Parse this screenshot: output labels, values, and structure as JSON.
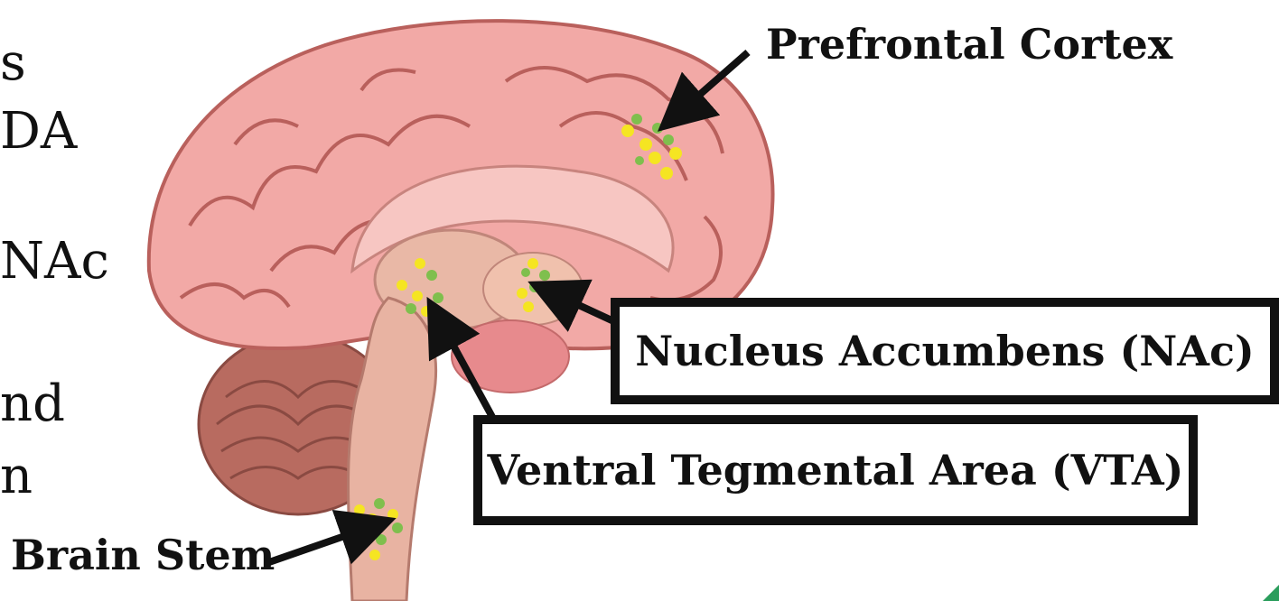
{
  "left_text_fragments": [
    "s",
    "DA",
    "NAc",
    "nd",
    "n"
  ],
  "labels": {
    "prefrontal": "Prefrontal Cortex",
    "nac": "Nucleus Accumbens (NAc)",
    "vta": "Ventral Tegmental Area (VTA)",
    "brainstem": "Brain Stem"
  },
  "colors": {
    "brain_pink": "#f2a9a6",
    "brain_outline": "#b9605c",
    "cerebellum": "#b86b60",
    "brainstem": "#e8b3a2",
    "dot_yellow": "#f5e522",
    "dot_green": "#7fbf4d",
    "arrow": "#111111",
    "accent_corner": "#2a9d5c"
  }
}
